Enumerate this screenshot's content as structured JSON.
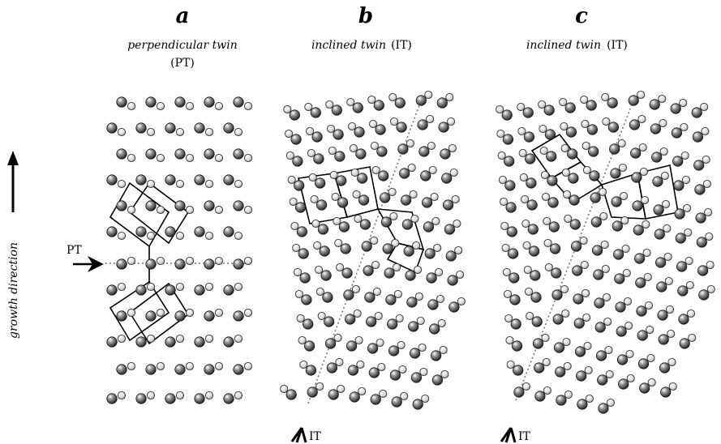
{
  "side_label": "growth direction",
  "panels": [
    {
      "letter": "a",
      "subtitle_italic": "perpendicular twin",
      "subtitle_plain": "(PT)",
      "marker": "PT"
    },
    {
      "letter": "b",
      "subtitle_italic": "inclined twin",
      "subtitle_plain": "(IT)",
      "marker": "IT"
    },
    {
      "letter": "c",
      "subtitle_italic": "inclined twin",
      "subtitle_plain": "(IT)",
      "marker": "IT"
    }
  ],
  "colors": {
    "atom_dark": "#2b2b2b",
    "atom_light": "#d9d9d9",
    "line": "#000000",
    "twin_plane": "#777777"
  }
}
